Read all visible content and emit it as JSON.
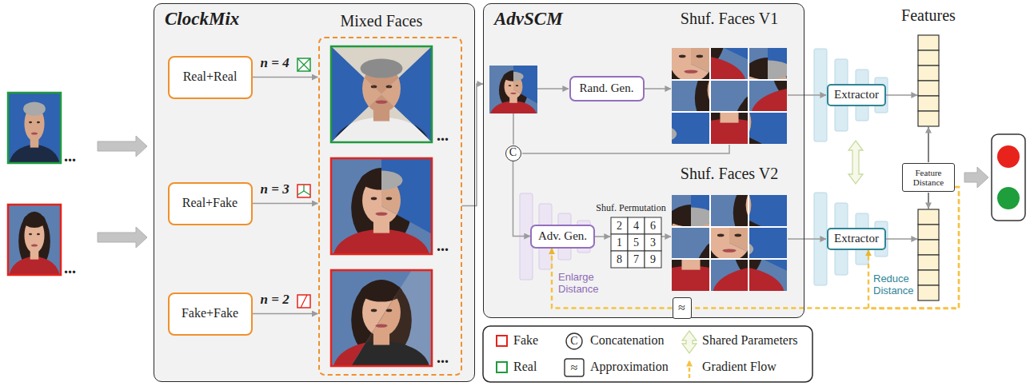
{
  "diagram": {
    "nodes": [
      {
        "text": [
          "ClockMix"
        ]
      },
      {
        "text": [
          "Real+Real"
        ],
        "in": 0
      },
      {
        "text": [
          "Real+Fake"
        ],
        "in": 0
      },
      {
        "text": [
          "Fake+Fake"
        ],
        "in": 0
      },
      {
        "text": [
          "Mixed Faces"
        ],
        "in": 0
      },
      {
        "text": [
          "AdvSCM"
        ]
      },
      {
        "text": [
          "Rand. Gen."
        ],
        "in": 5
      },
      {
        "text": [
          "C"
        ],
        "in": 5
      },
      {
        "text": [
          "Adv. Gen."
        ],
        "in": 5
      },
      {
        "text": [
          "Extractor"
        ]
      },
      {
        "text": [
          "Feature Distance"
        ]
      },
      {
        "text": [
          "Extractor"
        ]
      },
      {
        "text": [
          "≈"
        ],
        "in": 5
      }
    ],
    "edges": [
      {
        "from": 1,
        "to": 4,
        "label": "n = 4",
        "arrow": "to"
      },
      {
        "from": 2,
        "to": 4,
        "label": "n = 3",
        "arrow": "to"
      },
      {
        "from": 3,
        "to": 4,
        "label": "n = 2",
        "arrow": "to"
      },
      {
        "from": 4,
        "to": 5,
        "arrow": "to"
      },
      {
        "from": 7,
        "to": 8,
        "arrow": "to"
      },
      {
        "from": 10,
        "to": 12,
        "arrow": "none"
      },
      {
        "from": 12,
        "to": 8,
        "arrow": "to"
      },
      {
        "from": 10,
        "to": 11,
        "arrow": "to"
      }
    ],
    "labels": [
      "...",
      "...",
      "...",
      "...",
      "...",
      "Shuf. Faces V1",
      "Shuf. Faces V2",
      "Shuf. Permutation",
      "2",
      "4",
      "6",
      "1",
      "5",
      "3",
      "8",
      "7",
      "9",
      "Features",
      "Enlarge Distance",
      "Reduce Distance",
      "C",
      "≈"
    ],
    "legend": [
      {
        "text": "Fake",
        "color": "#e5231b"
      },
      {
        "text": "Concatenation"
      },
      {
        "text": "Shared Parameters"
      },
      {
        "text": "Real",
        "color": "#1f9a3e"
      },
      {
        "text": "Approximation"
      },
      {
        "text": "Gradient Flow"
      }
    ]
  }
}
